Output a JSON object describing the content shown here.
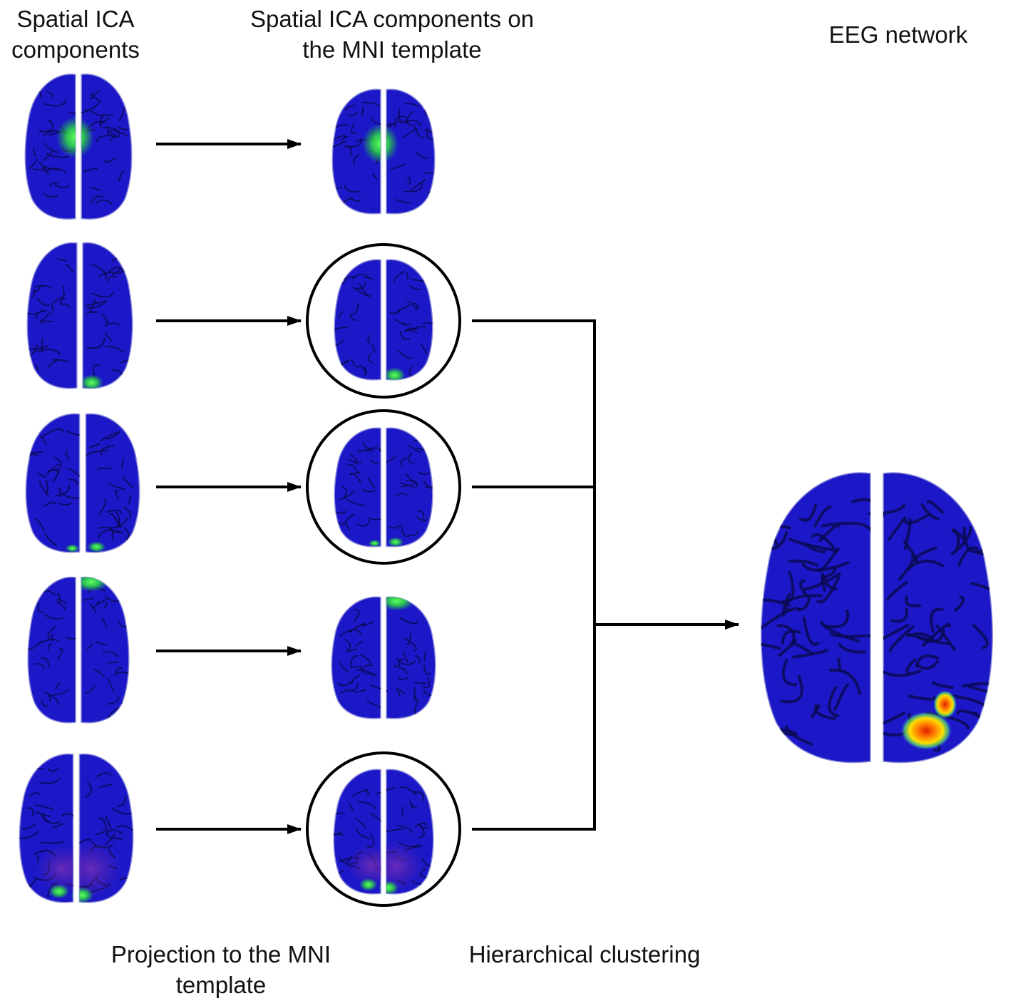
{
  "headers": {
    "col1": [
      "Spatial ICA",
      "components"
    ],
    "col2": [
      "Spatial ICA  components on",
      "the MNI template"
    ],
    "col3": "EEG network"
  },
  "captions": {
    "projection": [
      "Projection to the MNI",
      "template"
    ],
    "clustering": "Hierarchical clustering"
  },
  "components": [
    {
      "hotspot": "central",
      "hotspot_color": "#38f040",
      "selected": false
    },
    {
      "hotspot": "posterior-right",
      "hotspot_color": "#38f040",
      "selected": true
    },
    {
      "hotspot": "posterior-both",
      "hotspot_color": "#38f040",
      "selected": true
    },
    {
      "hotspot": "anterior-right",
      "hotspot_color": "#38f040",
      "selected": false
    },
    {
      "hotspot": "posterior-diffuse",
      "hotspot_color": "#38f040",
      "selected": true
    }
  ],
  "colors": {
    "brain_base": "#1c18c8",
    "brain_sulci": "#0b0a55",
    "network_hotspot": [
      "#ffe000",
      "#ff8000",
      "#e02000"
    ],
    "arrows": "#000000"
  }
}
